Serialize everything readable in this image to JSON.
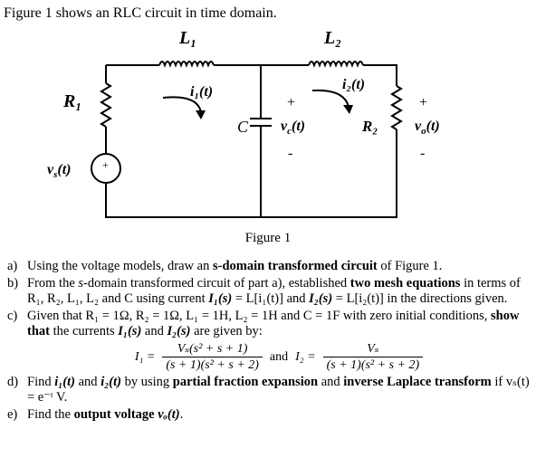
{
  "intro": "Figure 1 shows an RLC circuit in time domain.",
  "circuit": {
    "L1": "L₁",
    "L2": "L₂",
    "R1": "R₁",
    "R2": "R₂",
    "C": "C",
    "vs": "v",
    "vs_sub": "s",
    "vs_arg": "(t)",
    "i1": "i₁(t)",
    "i2": "i₂(t)",
    "vc": "v",
    "vc_sub": "c",
    "vc_arg": "(t)",
    "vo": "v",
    "vo_sub": "o",
    "vo_arg": "(t)",
    "plus": "+",
    "minus": "-"
  },
  "caption": "Figure 1",
  "questions": {
    "a": {
      "label": "a)",
      "t1": "Using the voltage models, draw an ",
      "b1": "s-domain transformed circuit",
      "t2": " of Figure 1."
    },
    "b": {
      "label": "b)",
      "t1": "From the ",
      "s": "s",
      "t2": "-domain transformed circuit of part a), established ",
      "b1": "two mesh equations",
      "t3": " in terms of R₁, R₂, L₁, L₂ and C using current ",
      "i1s": "I₁(s)",
      "t4": " = L[i₁(t)] and ",
      "i2s": "I₂(s)",
      "t5": " = L[i₂(t)] in the directions given."
    },
    "c": {
      "label": "c)",
      "t1": "Given that  R₁ = 1Ω,  R₂ = 1Ω,  L₁ = 1H,  L₂ = 1H  and  C = 1F  with zero initial conditions, ",
      "b1": "show that",
      "t2": " the currents ",
      "i1s": "I₁(s)",
      "t3": " and ",
      "i2s": "I₂(s)",
      "t4": " are given by:",
      "eq1_lhs": "I₁ =",
      "eq1_num": "Vₛ(s² + s + 1)",
      "eq1_den": "(s + 1)(s² + s + 2)",
      "eq_and": "and",
      "eq2_lhs": "I₂ =",
      "eq2_num": "Vₛ",
      "eq2_den": "(s + 1)(s² + s + 2)"
    },
    "d": {
      "label": "d)",
      "t1": "Find ",
      "i1": "i₁(t)",
      "t2": " and ",
      "i2": "i₂(t)",
      "t3": " by using ",
      "b1": "partial fraction expansion",
      "t4": " and ",
      "b2": "inverse Laplace transform",
      "t5": " if vₛ(t) = e⁻ᵗ V."
    },
    "e": {
      "label": "e)",
      "t1": "Find the ",
      "b1": "output voltage",
      "t2": " ",
      "vo": "vₒ(t)",
      "t3": "."
    }
  }
}
